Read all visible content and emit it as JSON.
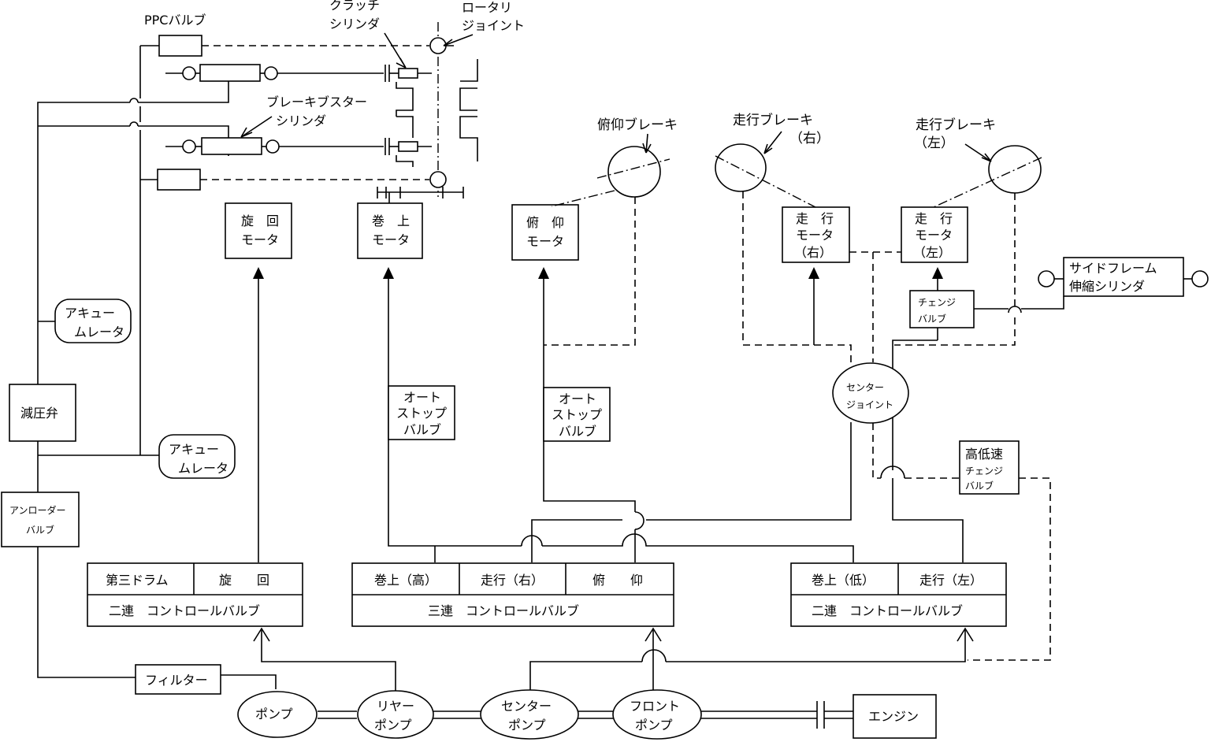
{
  "labels": {
    "ppc_valve": "PPCバルブ",
    "clutch_cylinder_1": "クラッチ",
    "clutch_cylinder_2": "シリンダ",
    "rotary_joint_1": "ロータリ",
    "rotary_joint_2": "ジョイント",
    "brake_booster_1": "ブレーキブスター",
    "brake_booster_2": "シリンダ",
    "luffing_brake": "俯仰ブレーキ",
    "travel_brake_right_1": "走行ブレーキ",
    "travel_brake_right_2": "（右）",
    "travel_brake_left_1": "走行ブレーキ",
    "travel_brake_left_2": "（左）"
  },
  "boxes": {
    "swing_motor": [
      "旋　回",
      "モータ"
    ],
    "hoist_motor": [
      "巻　上",
      "モータ"
    ],
    "luffing_motor": [
      "俯　仰",
      "モータ"
    ],
    "travel_motor_right": [
      "走　行",
      "モータ",
      "（右）"
    ],
    "travel_motor_left": [
      "走　行",
      "モータ",
      "（左）"
    ],
    "side_frame_cylinder": [
      "サイドフレーム",
      "伸縮シリンダ"
    ],
    "change_valve": [
      "チェンジ",
      "バルブ"
    ],
    "center_joint": [
      "センター",
      "ジョイント"
    ],
    "auto_stop_valve_1": [
      "オート",
      "ストップ",
      "バルブ"
    ],
    "auto_stop_valve_2": [
      "オート",
      "ストップ",
      "バルブ"
    ],
    "hi_lo_change_valve": [
      "高低速",
      "チェンジ",
      "バルブ"
    ],
    "accumulator_1": [
      "アキュー",
      "ムレータ"
    ],
    "accumulator_2": [
      "アキュー",
      "ムレータ"
    ],
    "reducing_valve": "減圧弁",
    "unloader_valve": [
      "アンローダー",
      "バルブ"
    ],
    "filter": "フィルター",
    "pump": "ポンプ",
    "rear_pump": [
      "リヤー",
      "ポンプ"
    ],
    "center_pump": [
      "センター",
      "ポンプ"
    ],
    "front_pump": [
      "フロント",
      "ポンプ"
    ],
    "engine": "エンジン"
  },
  "control_valves": {
    "left": {
      "cells": [
        "第三ドラム",
        "旋　　回"
      ],
      "name": "二連　コントロールバルブ"
    },
    "center": {
      "cells": [
        "巻上（高）",
        "走行（右）",
        "俯　　仰"
      ],
      "name": "三連　コントロールバルブ"
    },
    "right": {
      "cells": [
        "巻上（低）",
        "走行（左）"
      ],
      "name": "二連　コントロールバルブ"
    }
  }
}
